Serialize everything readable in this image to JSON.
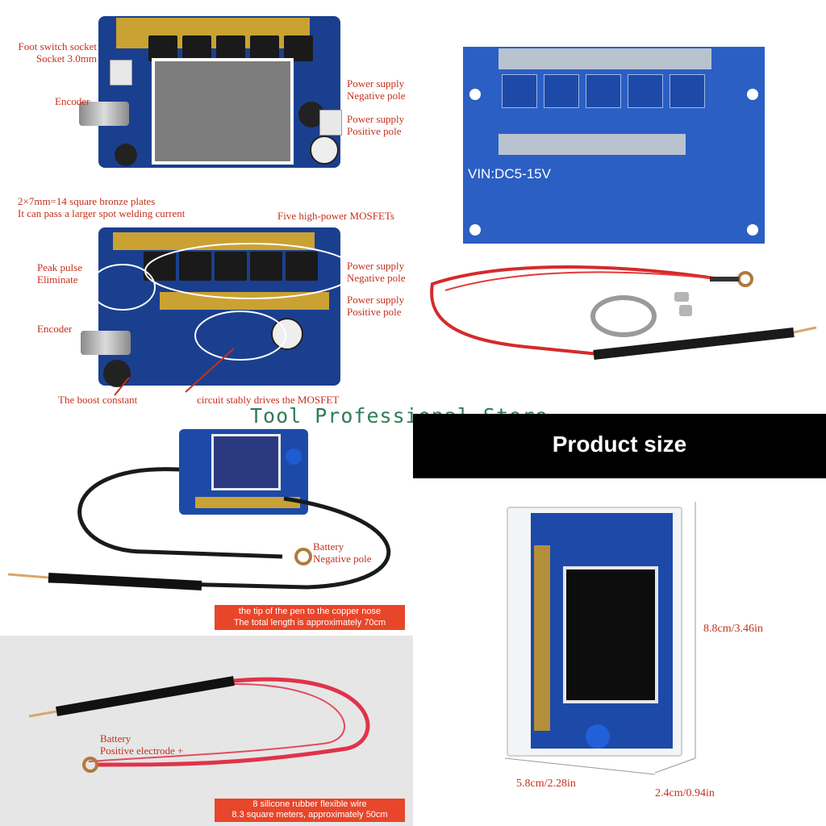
{
  "panel1": {
    "labels": {
      "foot_switch_1": "Foot switch socket",
      "foot_switch_2": "Socket 3.0mm",
      "encoder": "Encoder",
      "power_neg_1": "Power supply",
      "power_neg_2": "Negative pole",
      "power_pos_1": "Power supply",
      "power_pos_2": "Positive pole"
    }
  },
  "panel2": {
    "labels": {
      "plates_1": "2×7mm=14 square bronze plates",
      "plates_2": "It can pass a larger spot welding current",
      "mosfets": "Five high-power MOSFETs",
      "peak_1": "Peak pulse",
      "peak_2": "Eliminate",
      "encoder": "Encoder",
      "power_neg_1": "Power supply",
      "power_neg_2": "Negative pole",
      "power_pos_1": "Power supply",
      "power_pos_2": "Positive pole",
      "boost": "The boost constant",
      "circuit": "circuit stably drives the MOSFET"
    }
  },
  "panel3": {
    "board_text": "VIN:DC5-15V"
  },
  "watermark": "Tool Professional Store",
  "product_size": {
    "title": "Product size",
    "height": "8.8cm/3.46in",
    "width": "5.8cm/2.28in",
    "depth": "2.4cm/0.94in"
  },
  "panel4": {
    "battery_neg_1": "Battery",
    "battery_neg_2": "Negative pole",
    "caption_1": "the tip of the pen to the copper nose",
    "caption_2": "The total length is approximately 70cm"
  },
  "panel5": {
    "battery_pos_1": "Battery",
    "battery_pos_2": "Positive electrode +",
    "caption_1": "8 silicone rubber flexible wire",
    "caption_2": "8.3 square meters, approximately 50cm"
  },
  "colors": {
    "label_red": "#c4311e",
    "pcb_blue": "#1b3f8f",
    "caption_bg": "#e8462a",
    "title_bar": "#000000"
  }
}
